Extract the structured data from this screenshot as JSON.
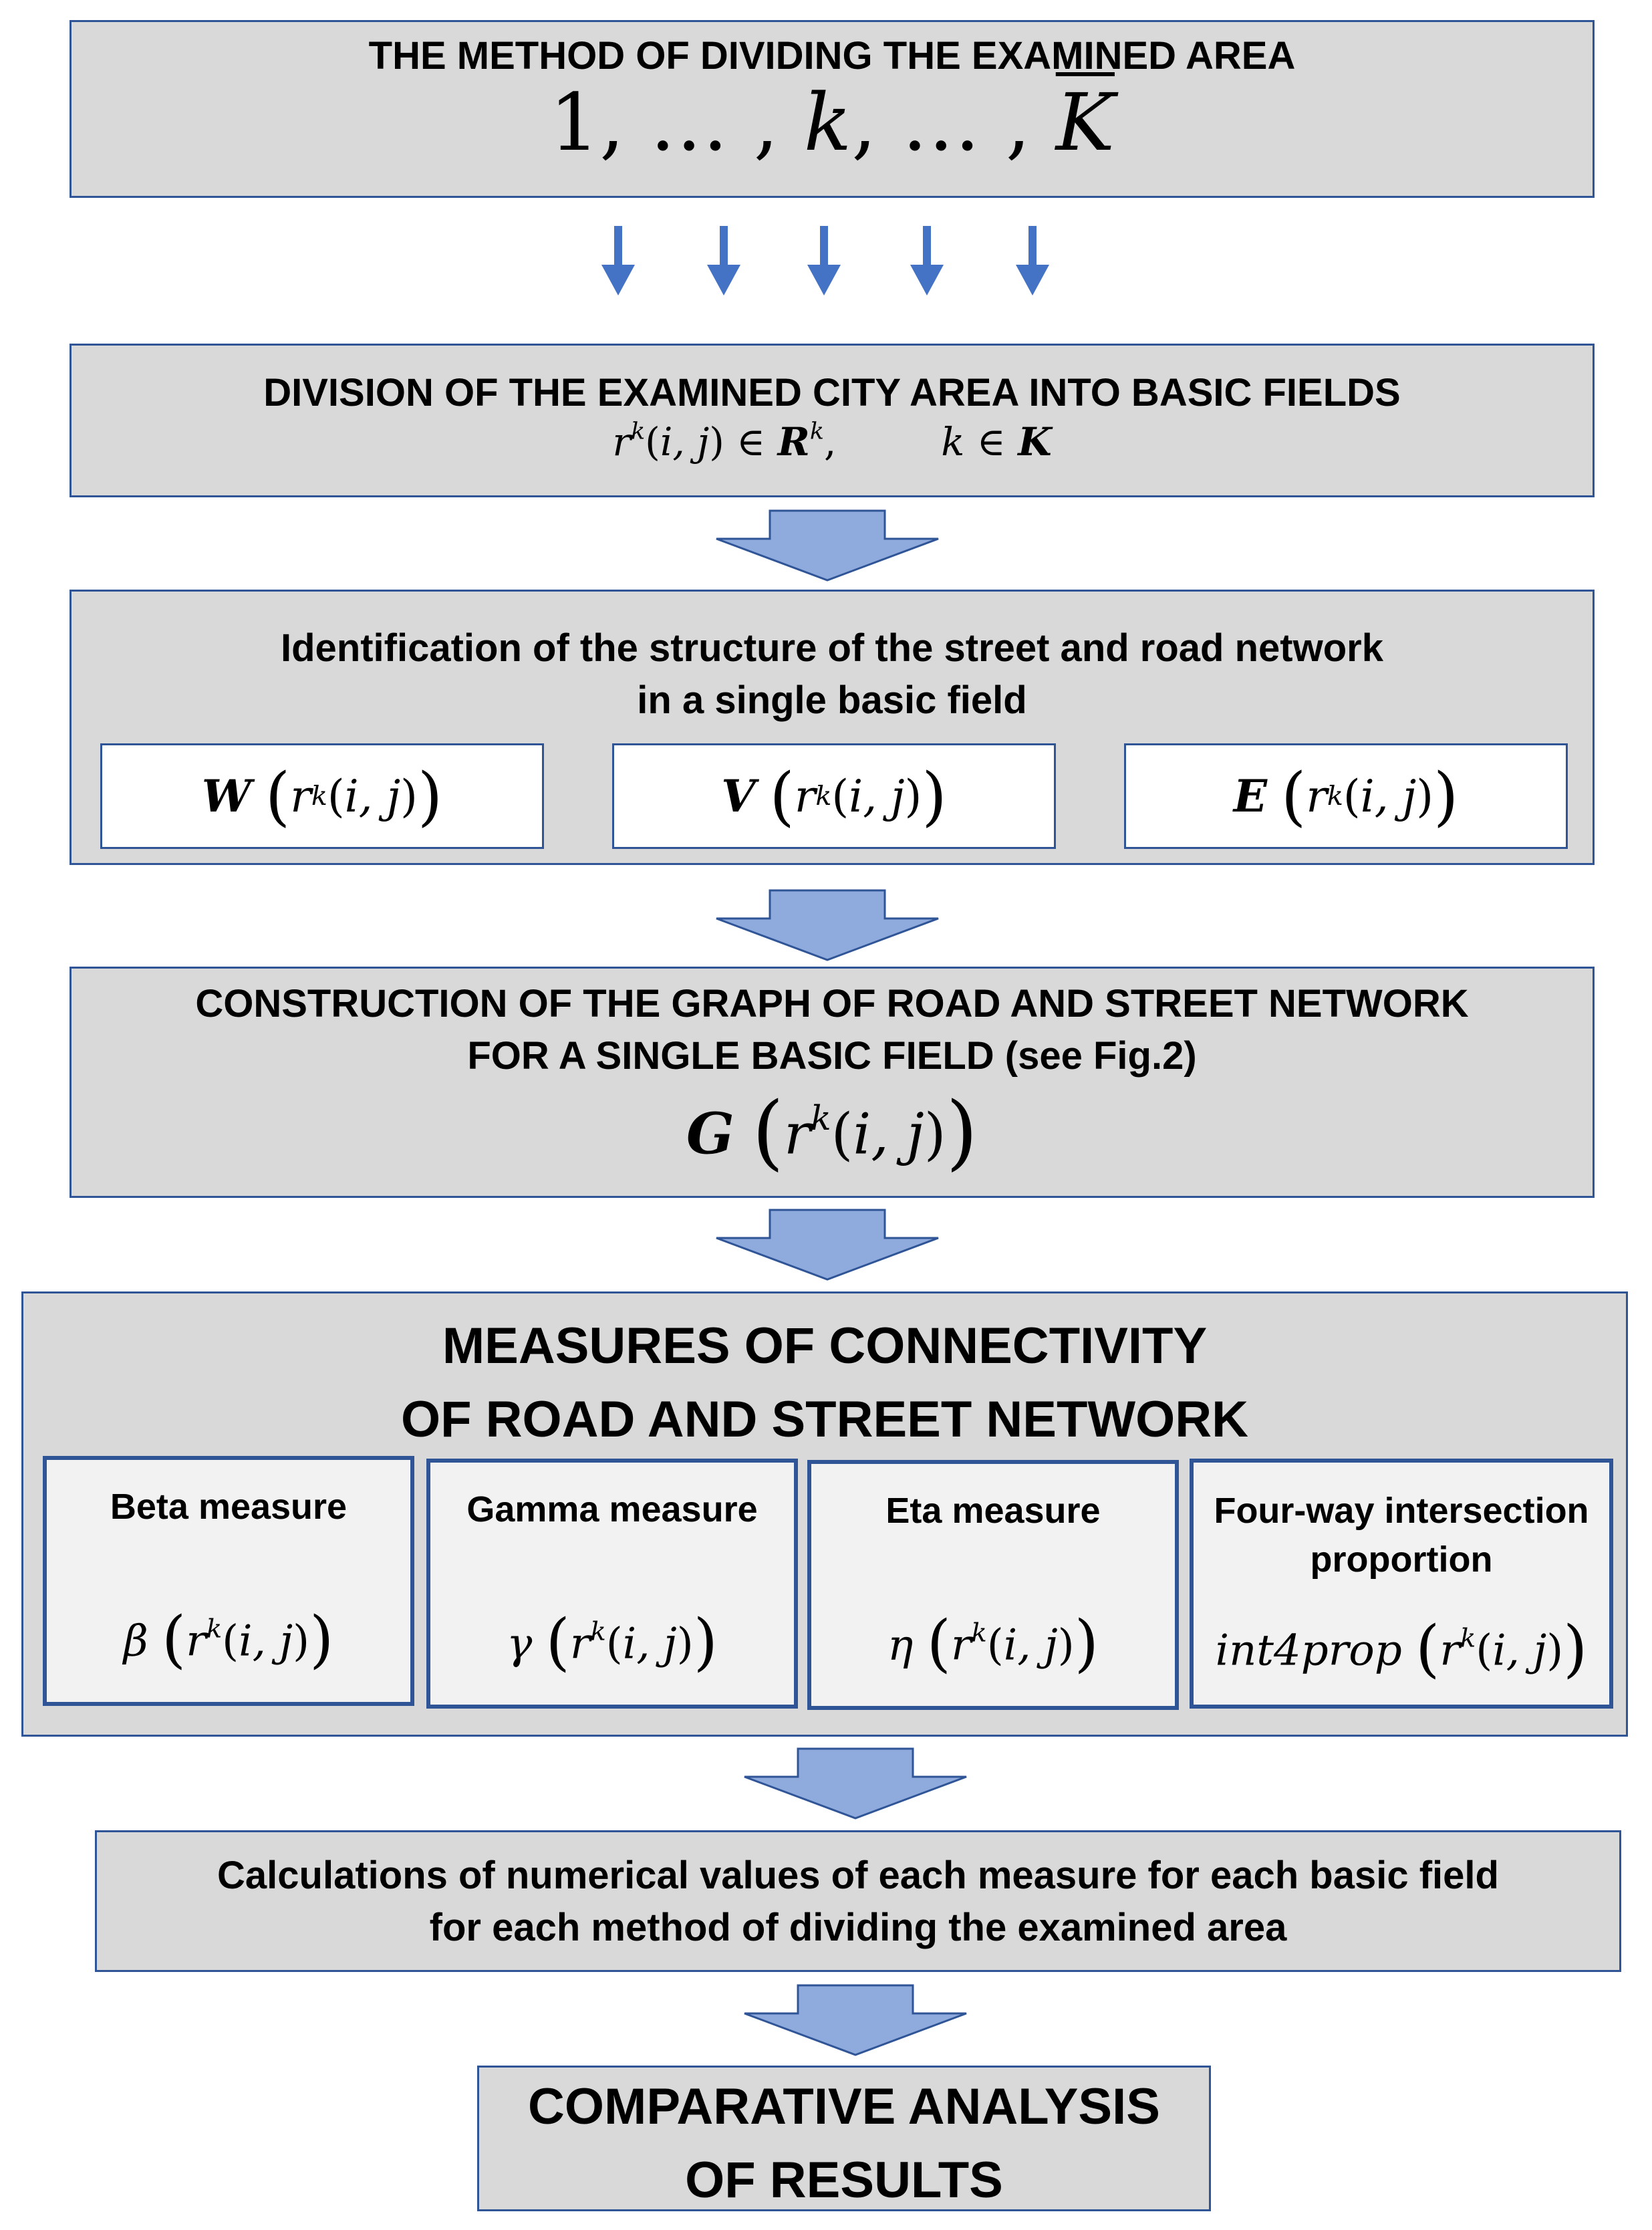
{
  "colors": {
    "border": "#2f5597",
    "box_fill": "#d9d9d9",
    "arrow": "#4472c4",
    "big_arrow": "#8faadc"
  },
  "box1": {
    "title": "THE METHOD OF DIVIDING THE EXAMINED AREA",
    "formula": "1, … , k, … , K̅"
  },
  "box2": {
    "title": "DIVISION OF THE EXAMINED CITY AREA INTO BASIC FIELDS",
    "formula_left": "r^k(i, j) ∈ R^k,",
    "formula_right": "k ∈ K"
  },
  "box3": {
    "title_line1": "Identification of the structure of the street and road network",
    "title_line2": "in a single basic field",
    "items": [
      {
        "symbol": "W",
        "arg": "r^k(i, j)"
      },
      {
        "symbol": "V",
        "arg": "r^k(i, j)"
      },
      {
        "symbol": "E",
        "arg": "r^k(i, j)"
      }
    ]
  },
  "box4": {
    "title_line1": "CONSTRUCTION OF THE GRAPH OF ROAD AND STREET NETWORK",
    "title_line2": "FOR A SINGLE BASIC FIELD (see Fig.2)",
    "symbol": "G",
    "arg": "r^k(i, j)"
  },
  "box5": {
    "title_line1": "MEASURES OF CONNECTIVITY",
    "title_line2": "OF ROAD AND STREET NETWORK",
    "measures": [
      {
        "name": "Beta measure",
        "symbol": "β",
        "arg": "r^k(i, j)"
      },
      {
        "name": "Gamma measure",
        "symbol": "γ",
        "arg": "r^k(i, j)"
      },
      {
        "name": "Eta measure",
        "symbol": "η",
        "arg": "r^k(i, j)"
      },
      {
        "name": "Four-way intersection proportion",
        "symbol": "int4prop",
        "arg": "r^k(i, j)"
      }
    ]
  },
  "box6": {
    "title_line1": "Calculations of numerical values of each measure for each basic field",
    "title_line2": "for each method of dividing the examined area"
  },
  "box7": {
    "title_line1": "COMPARATIVE ANALYSIS",
    "title_line2": "OF RESULTS"
  }
}
